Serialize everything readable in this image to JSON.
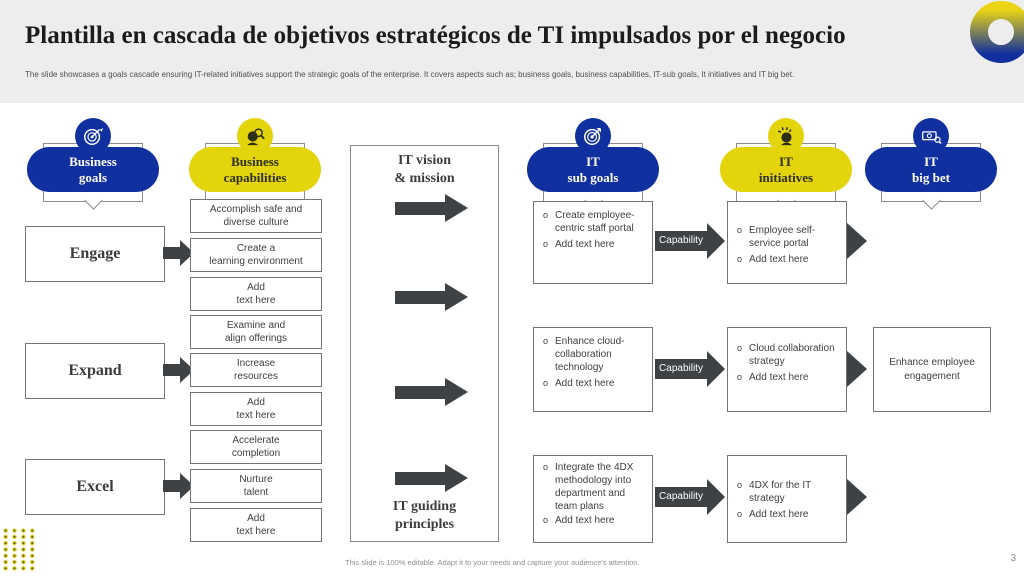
{
  "slide": {
    "title": "Plantilla en cascada de objetivos estratégicos de TI impulsados por el negocio",
    "subtitle": "The slide showcases a goals cascade ensuring IT-related initiatives support the strategic goals of the enterprise. It covers aspects such as; business goals, business capabilities, IT-sub goals, It initiatives and IT big bet.",
    "footer": "This slide is 100% editable.  Adapt it to your needs and capture your audience's attention.",
    "page_number": "3"
  },
  "ui": {
    "connector_label": "Capability",
    "bullet_marker": "o"
  },
  "colors": {
    "blue": "#10309f",
    "yellow": "#e3d40b",
    "arrow_dark": "#3f4245",
    "header_band": "#ededed"
  },
  "columns": {
    "business_goals": {
      "header": "Business\ngoals",
      "icon": "target-arrow-icon",
      "items": [
        "Engage",
        "Expand",
        "Excel"
      ]
    },
    "business_capabilities": {
      "header": "Business\ncapabilities",
      "icon": "head-magnifier-icon",
      "items": [
        "Accomplish safe and\ndiverse culture",
        "Create a\nlearning environment",
        "Add\ntext here",
        "Examine and\nalign offerings",
        "Increase\nresources",
        "Add\ntext here",
        "Accelerate\ncompletion",
        "Nurture\ntalent",
        "Add\ntext here"
      ]
    },
    "it_vision": {
      "top_label": "IT vision\n& mission",
      "bottom_label": "IT guiding\nprinciples"
    },
    "it_sub_goals": {
      "header": "IT\nsub goals",
      "icon": "dartboard-icon",
      "boxes": [
        {
          "bullets": [
            "Create employee-centric staff portal",
            "Add text here"
          ]
        },
        {
          "bullets": [
            "Enhance cloud-collaboration technology",
            "Add text here"
          ]
        },
        {
          "bullets": [
            "Integrate the 4DX methodology into department and team plans",
            "Add text here"
          ]
        }
      ]
    },
    "it_initiatives": {
      "header": "IT\ninitiatives",
      "icon": "idea-head-icon",
      "boxes": [
        {
          "bullets": [
            "Employee self-service portal",
            "Add text here"
          ]
        },
        {
          "bullets": [
            "Cloud collaboration strategy",
            "Add text here"
          ]
        },
        {
          "bullets": [
            "4DX for the IT strategy",
            "Add text here"
          ]
        }
      ]
    },
    "it_big_bet": {
      "header": "IT\nbig bet",
      "icon": "money-icon",
      "boxes": [
        {
          "text": "Enhance employee engagement"
        }
      ]
    }
  }
}
